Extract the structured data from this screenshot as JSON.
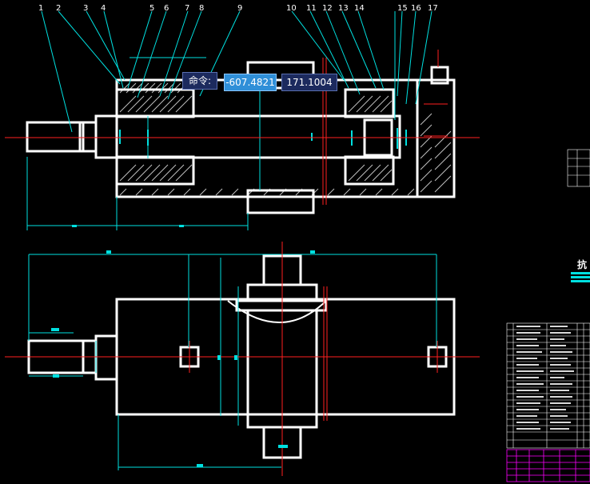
{
  "drawing": {
    "callouts": [
      "1",
      "2",
      "3",
      "4",
      "5",
      "6",
      "7",
      "8",
      "9",
      "10",
      "11",
      "12",
      "13",
      "14",
      "15",
      "16",
      "17"
    ]
  },
  "command": {
    "prompt_label": "命令:",
    "x_value": "-607.4821",
    "y_value": "171.1004"
  },
  "title_block": {
    "partial_text": "抗"
  },
  "colors": {
    "background": "#000000",
    "geometry": "#ffffff",
    "dimension": "#00e0e0",
    "center_line": "#ff2020",
    "title_grid": "#ff00ff"
  }
}
